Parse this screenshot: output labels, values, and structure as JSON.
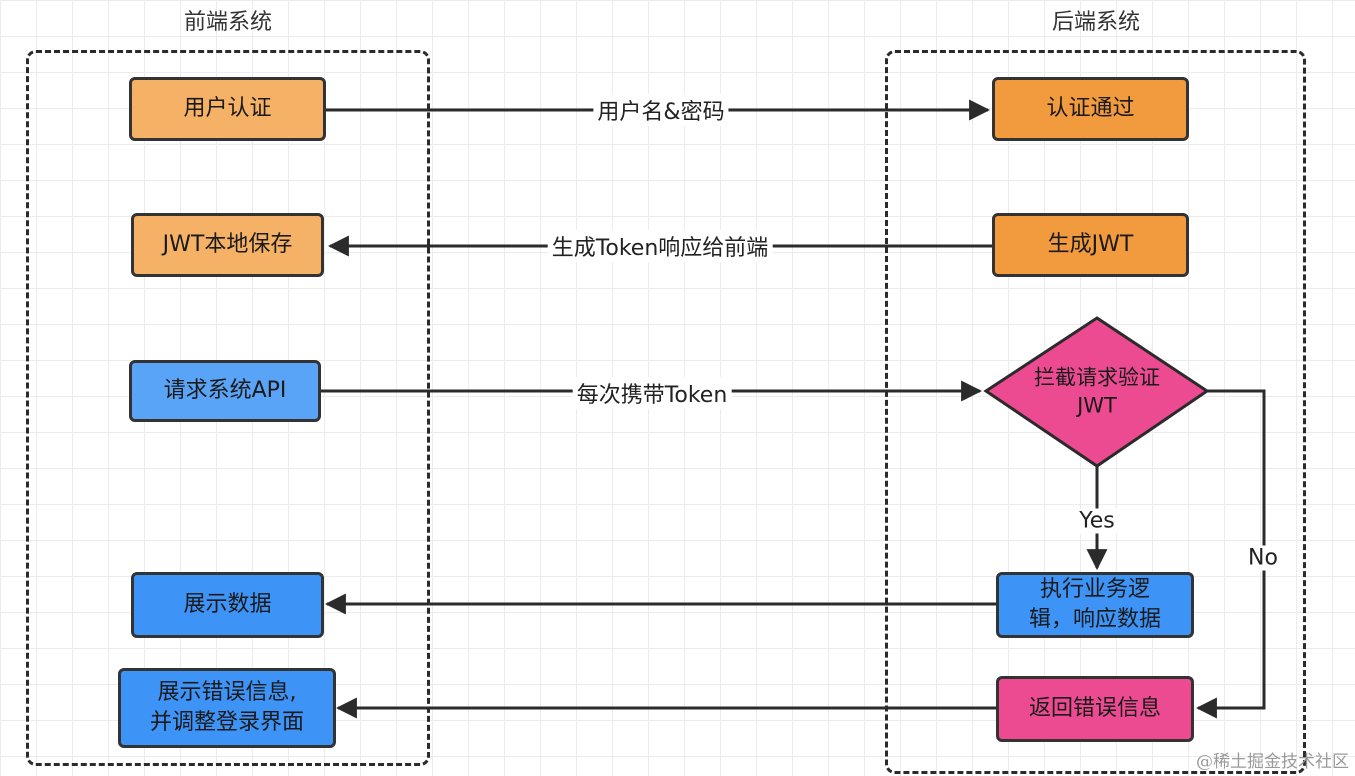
{
  "regions": {
    "frontend_title": "前端系统",
    "backend_title": "后端系统"
  },
  "frontend": {
    "user_auth": "用户认证",
    "jwt_local_save": "JWT本地保存",
    "request_api": "请求系统API",
    "show_data": "展示数据",
    "show_error": "展示错误信息,\n并调整登录界面"
  },
  "backend": {
    "auth_pass": "认证通过",
    "generate_jwt": "生成JWT",
    "intercept_verify": "拦截请求验证\nJWT",
    "execute_logic": "执行业务逻\n辑，响应数据",
    "return_error": "返回错误信息"
  },
  "edges": {
    "credentials": "用户名&密码",
    "token_response": "生成Token响应给前端",
    "carry_token": "每次携带Token",
    "yes": "Yes",
    "no": "No"
  },
  "watermark": "@稀土掘金技术社区",
  "colors": {
    "orange_light": "#f5b266",
    "orange": "#f19a3e",
    "blue": "#3d93f6",
    "pink": "#ec4b92",
    "border": "#2b2b2b"
  }
}
